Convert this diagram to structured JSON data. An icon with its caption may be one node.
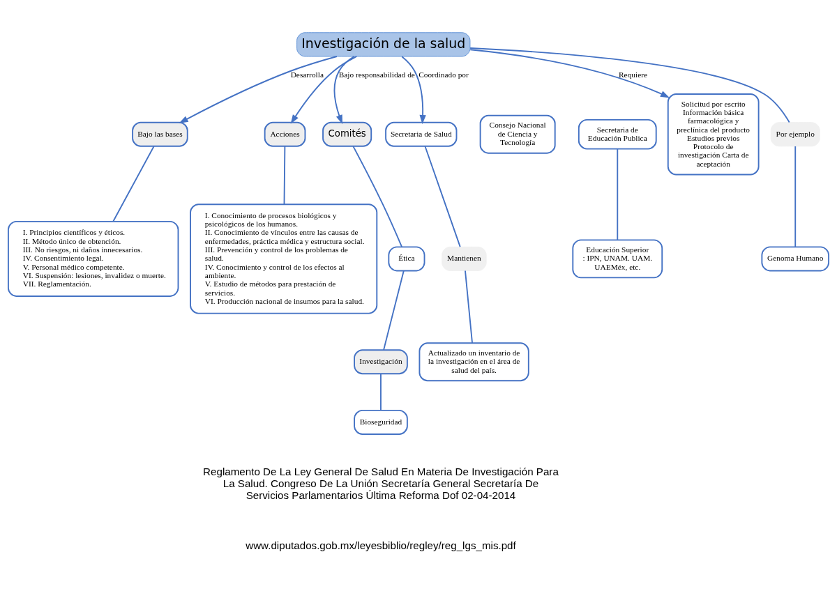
{
  "diagram": {
    "nodes": [
      {
        "text": [
          "Investigación de la salud"
        ]
      },
      {
        "text": [
          "Bajo las bases"
        ]
      },
      {
        "text": [
          "Acciones"
        ]
      },
      {
        "text": [
          "Comités"
        ]
      },
      {
        "text": [
          "Secretaria de Salud"
        ]
      },
      {
        "text": [
          "Consejo Nacional de Ciencia y Tecnología"
        ]
      },
      {
        "text": [
          "I. Conocimiento de procesos biológicos y psicológicos de los humanos.",
          "II. Conocimiento de vínculos entre las causas de enfermedades, práctica médica y estructura social.",
          "III. Prevención y control de los problemas de salud.",
          "IV. Conocimiento y control de los efectos al ambiente.",
          "V. Estudio de métodos para prestación de servicios.",
          "VI. Producción nacional de insumos para la salud."
        ]
      },
      {
        "text": [
          "Ética"
        ]
      },
      {
        "text": [
          "Solicitud por escrito Información básica farmacológica y preclínica del producto Estudios previos Protocolo de investigación Carta de aceptación"
        ]
      },
      {
        "text": [
          "Secretaria de Educación Publica"
        ]
      },
      {
        "text": [
          "Investigación"
        ]
      },
      {
        "text": [
          "Bioseguridad"
        ]
      },
      {
        "text": [
          "Educación Superior : IPN, UNAM. UAM. UAEMéx, etc."
        ]
      },
      {
        "text": [
          "I. Principios científicos y éticos.",
          "II. Método único de obtención.",
          "III. No riesgos, ni daños innecesarios.",
          "IV. Consentimiento legal.",
          "V. Personal médico competente.",
          "VI. Suspensión: lesiones, invalidez o muerte.",
          "VII. Reglamentación."
        ]
      },
      {
        "text": [
          "Por ejemplo"
        ]
      },
      {
        "text": [
          "Mantienen"
        ]
      },
      {
        "text": [
          "Genoma Humano"
        ]
      },
      {
        "text": [
          "Actualizado un inventario de la investigación en el área de salud del país."
        ]
      }
    ],
    "edges": [
      {
        "from": 0,
        "to": 1,
        "arrow": "to",
        "label": "Desarrolla"
      },
      {
        "from": 0,
        "to": 2,
        "arrow": "to"
      },
      {
        "from": 0,
        "to": 3,
        "arrow": "to",
        "label": "Bajo responsabilidad de"
      },
      {
        "from": 0,
        "to": 14,
        "arrow": "none"
      },
      {
        "from": 0,
        "to": 8,
        "arrow": "to",
        "label": "Requiere"
      },
      {
        "from": 0,
        "to": 4,
        "arrow": "to",
        "label": "Coordinado por"
      },
      {
        "from": 1,
        "to": 13,
        "arrow": "none"
      },
      {
        "from": 2,
        "to": 6,
        "arrow": "none"
      },
      {
        "from": 3,
        "to": 7,
        "arrow": "none"
      },
      {
        "from": 7,
        "to": 10,
        "arrow": "none"
      },
      {
        "from": 10,
        "to": 11,
        "arrow": "none"
      },
      {
        "from": 14,
        "to": 16,
        "arrow": "none"
      },
      {
        "from": 4,
        "to": 15,
        "arrow": "none"
      },
      {
        "from": 15,
        "to": 17,
        "arrow": "none"
      },
      {
        "from": 9,
        "to": 12,
        "arrow": "none"
      }
    ],
    "labels": [
      "Reglamento De La Ley General De Salud En Materia De Investigación Para La Salud. Congreso De La Unión Secretaría General Secretaría De Servicios Parlamentarios Última Reforma Dof 02-04-2014",
      "www.diputados.gob.mx/leyesbiblio/regley/reg_lgs_mis.pdf"
    ]
  }
}
